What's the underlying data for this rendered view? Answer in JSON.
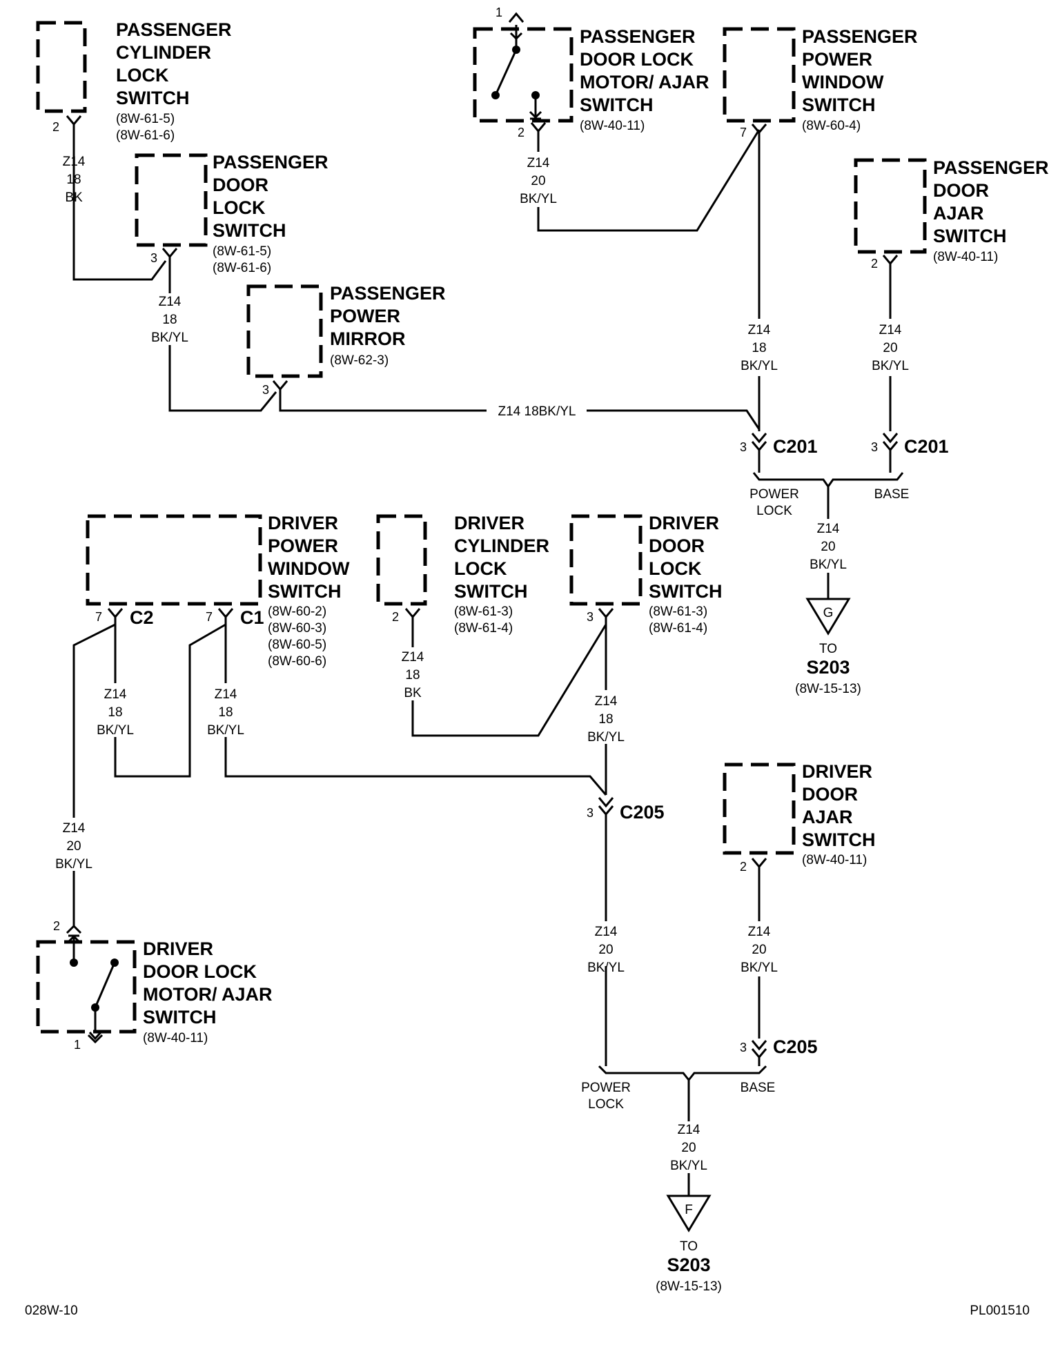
{
  "components": {
    "pass_cyl_lock": {
      "title": [
        "PASSENGER",
        "CYLINDER",
        "LOCK",
        "SWITCH"
      ],
      "refs": [
        "(8W-61-5)",
        "(8W-61-6)"
      ],
      "pin": "2"
    },
    "pass_door_lock_sw": {
      "title": [
        "PASSENGER",
        "DOOR",
        "LOCK",
        "SWITCH"
      ],
      "refs": [
        "(8W-61-5)",
        "(8W-61-6)"
      ],
      "pin": "3"
    },
    "pass_power_mirror": {
      "title": [
        "PASSENGER",
        "POWER",
        "MIRROR"
      ],
      "refs": [
        "(8W-62-3)"
      ],
      "pin": "3"
    },
    "pass_lock_motor": {
      "title": [
        "PASSENGER",
        "DOOR LOCK",
        "MOTOR/ AJAR",
        "SWITCH"
      ],
      "refs": [
        "(8W-40-11)"
      ],
      "pin_top": "1",
      "pin_bottom": "2"
    },
    "pass_power_window": {
      "title": [
        "PASSENGER",
        "POWER",
        "WINDOW",
        "SWITCH"
      ],
      "refs": [
        "(8W-60-4)"
      ],
      "pin": "7"
    },
    "pass_door_ajar": {
      "title": [
        "PASSENGER",
        "DOOR",
        "AJAR",
        "SWITCH"
      ],
      "refs": [
        "(8W-40-11)"
      ],
      "pin": "2"
    },
    "drv_power_window": {
      "title": [
        "DRIVER",
        "POWER",
        "WINDOW",
        "SWITCH"
      ],
      "refs": [
        "(8W-60-2)",
        "(8W-60-3)",
        "(8W-60-5)",
        "(8W-60-6)"
      ],
      "pin_c2": "7",
      "pin_c1": "7",
      "conn_c2": "C2",
      "conn_c1": "C1"
    },
    "drv_cyl_lock": {
      "title": [
        "DRIVER",
        "CYLINDER",
        "LOCK",
        "SWITCH"
      ],
      "refs": [
        "(8W-61-3)",
        "(8W-61-4)"
      ],
      "pin": "2"
    },
    "drv_door_lock_sw": {
      "title": [
        "DRIVER",
        "DOOR",
        "LOCK",
        "SWITCH"
      ],
      "refs": [
        "(8W-61-3)",
        "(8W-61-4)"
      ],
      "pin": "3"
    },
    "drv_door_ajar": {
      "title": [
        "DRIVER",
        "DOOR",
        "AJAR",
        "SWITCH"
      ],
      "refs": [
        "(8W-40-11)"
      ],
      "pin": "2"
    },
    "drv_lock_motor": {
      "title": [
        "DRIVER",
        "DOOR LOCK",
        "MOTOR/ AJAR",
        "SWITCH"
      ],
      "refs": [
        "(8W-40-11)"
      ],
      "pin_top": "2",
      "pin_bottom": "1"
    }
  },
  "wires": {
    "w1": [
      "Z14",
      "18",
      "BK"
    ],
    "w2": [
      "Z14",
      "18",
      "BK/YL"
    ],
    "w3": [
      "Z14",
      "20",
      "BK/YL"
    ],
    "w4": [
      "Z14",
      "18",
      "BK/YL"
    ],
    "w5": [
      "Z14",
      "20",
      "BK/YL"
    ],
    "w6": [
      "Z14",
      "20",
      "BK/YL"
    ],
    "w7": [
      "Z14",
      "18",
      "BK/YL"
    ],
    "w8": [
      "Z14",
      "18",
      "BK/YL"
    ],
    "w9": [
      "Z14",
      "18",
      "BK"
    ],
    "w10": [
      "Z14",
      "18",
      "BK/YL"
    ],
    "w11": [
      "Z14",
      "20",
      "BK/YL"
    ],
    "w12": [
      "Z14",
      "20",
      "BK/YL"
    ],
    "w13": [
      "Z14",
      "20",
      "BK/YL"
    ],
    "w14": [
      "Z14",
      "20",
      "BK/YL"
    ],
    "mirror_wire": "Z14   18BK/YL"
  },
  "connectors": {
    "c201_a": {
      "pin": "3",
      "name": "C201"
    },
    "c201_b": {
      "pin": "3",
      "name": "C201"
    },
    "c205_a": {
      "pin": "3",
      "name": "C205"
    },
    "c205_b": {
      "pin": "3",
      "name": "C205"
    }
  },
  "splices": {
    "top": {
      "left": [
        "POWER",
        "LOCK"
      ],
      "right": "BASE"
    },
    "bottom": {
      "left": [
        "POWER",
        "LOCK"
      ],
      "right": "BASE"
    }
  },
  "grounds": {
    "g": {
      "letter": "G",
      "to": "TO",
      "name": "S203",
      "ref": "(8W-15-13)"
    },
    "f": {
      "letter": "F",
      "to": "TO",
      "name": "S203",
      "ref": "(8W-15-13)"
    }
  },
  "footer": {
    "left": "028W-10",
    "right": "PL001510"
  },
  "icons": [
    "connector-terminal-icon",
    "switch-contact-icon",
    "ground-triangle-icon"
  ]
}
